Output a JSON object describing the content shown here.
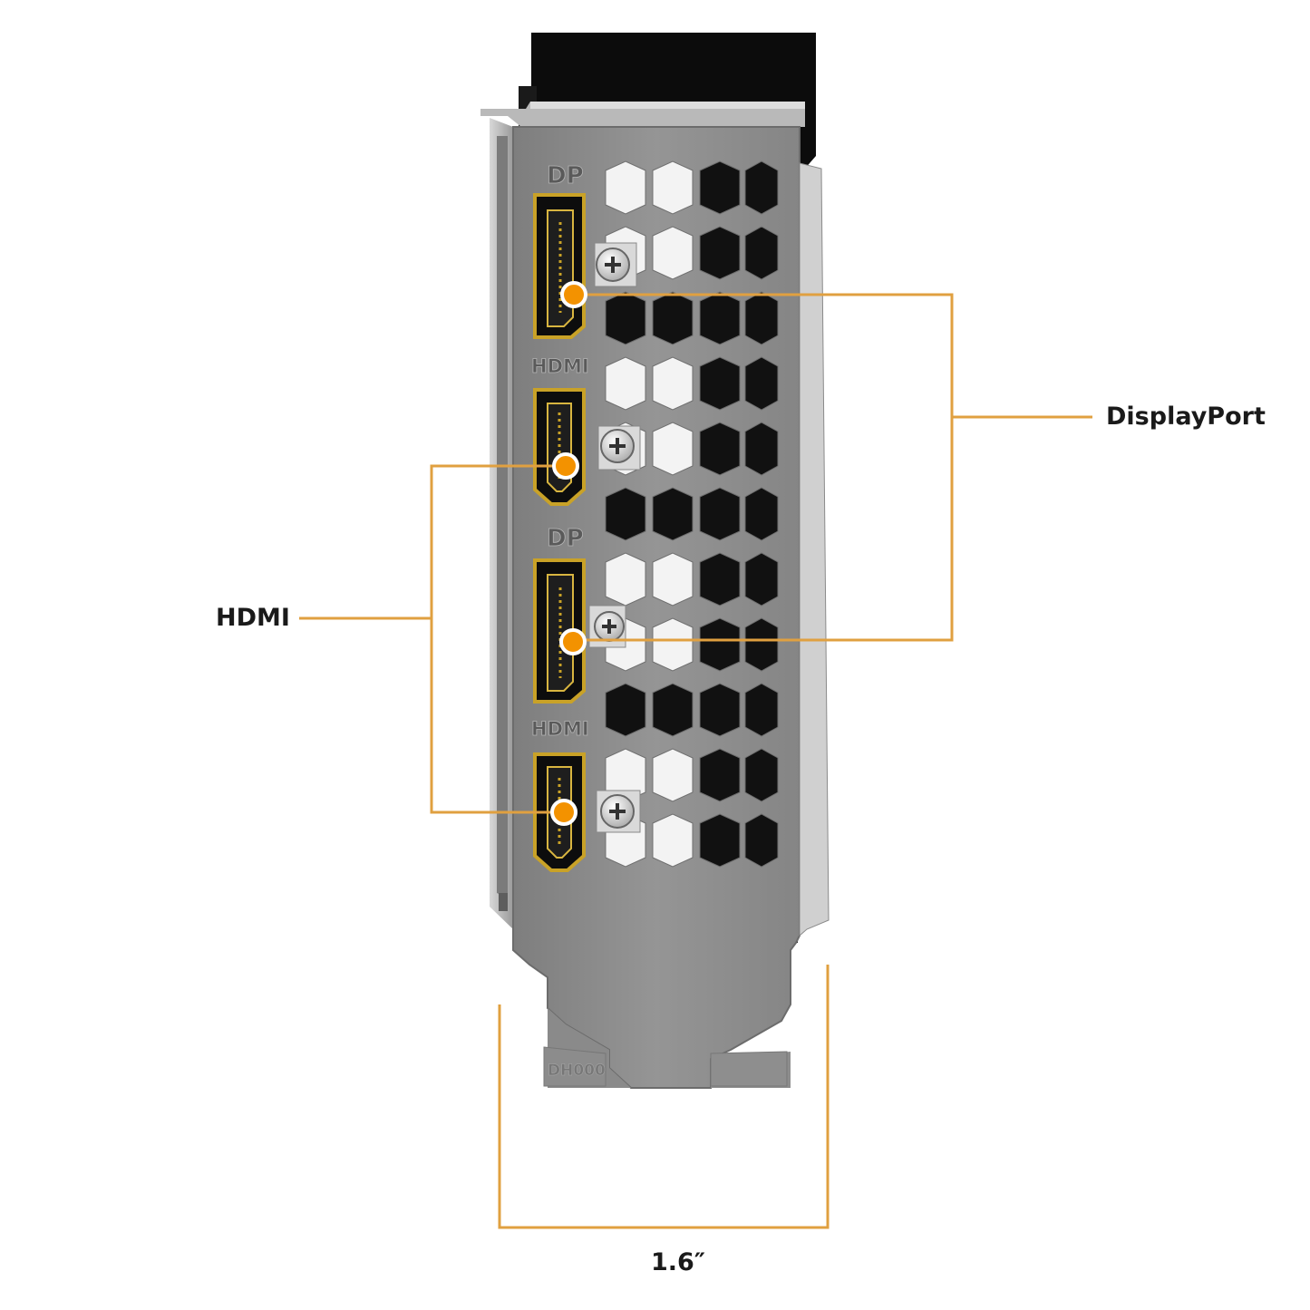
{
  "callouts": {
    "displayport": "DisplayPort",
    "hdmi": "HDMI",
    "width": "1.6″"
  },
  "bracket": {
    "port_labels": [
      "DP",
      "HDMI",
      "DP",
      "HDMI"
    ],
    "stamp": "DH000"
  },
  "colors": {
    "accent": "#e0a040",
    "dot": "#f39200",
    "bracket": "#8f8f8f",
    "shroud": "#0c0c0c",
    "gold": "#c9a227"
  }
}
